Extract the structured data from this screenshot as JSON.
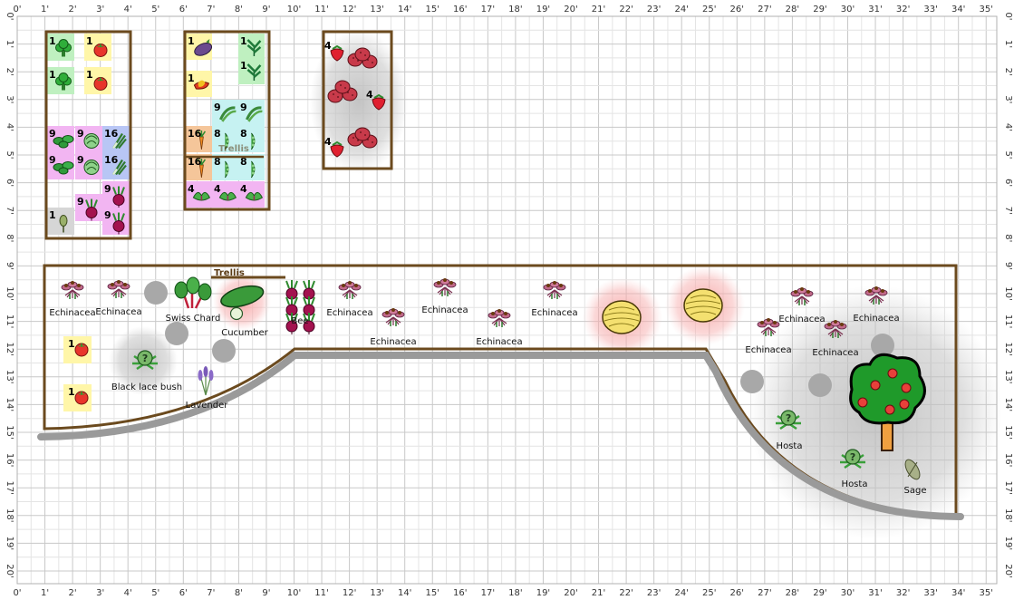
{
  "app": {
    "title": "Garden Planner"
  },
  "ruler": {
    "unit": "'",
    "x_marks": [
      "0'",
      "1'",
      "2'",
      "3'",
      "4'",
      "5'",
      "6'",
      "7'",
      "8'",
      "9'",
      "10'",
      "11'",
      "12'",
      "13'",
      "14'",
      "15'",
      "16'",
      "17'",
      "18'",
      "19'",
      "20'",
      "21'",
      "22'",
      "23'",
      "24'",
      "25'",
      "26'",
      "27'",
      "28'",
      "29'",
      "30'",
      "31'",
      "32'",
      "33'",
      "34'",
      "35'"
    ],
    "y_marks": [
      "0'",
      "1'",
      "2'",
      "3'",
      "4'",
      "5'",
      "6'",
      "7'",
      "8'",
      "9'",
      "10'",
      "11'",
      "12'",
      "13'",
      "14'",
      "15'",
      "16'",
      "17'",
      "18'",
      "19'",
      "20'"
    ]
  },
  "colors": {
    "bed_border": "#6b4a1e",
    "path": "#9a9a9a",
    "grid_minor": "#e4e4e4",
    "grid_major": "#c8c8c8"
  },
  "beds": {
    "bed1": {
      "cells": [
        {
          "count": "1",
          "plant": "broccoli",
          "bg": "#bff0c0"
        },
        {
          "count": "1",
          "plant": "tomato",
          "bg": "#fff6a8"
        },
        {
          "count": "1",
          "plant": "broccoli",
          "bg": "#bff0c0"
        },
        {
          "count": "1",
          "plant": "tomato",
          "bg": "#fff6a8"
        },
        {
          "count": "9",
          "plant": "spinach",
          "bg": "#f2b5f2"
        },
        {
          "count": "9",
          "plant": "cabbage",
          "bg": "#f2b5f2"
        },
        {
          "count": "16",
          "plant": "leek",
          "bg": "#b8c6f5"
        },
        {
          "count": "9",
          "plant": "spinach",
          "bg": "#f2b5f2"
        },
        {
          "count": "9",
          "plant": "cabbage",
          "bg": "#f2b5f2"
        },
        {
          "count": "16",
          "plant": "leek",
          "bg": "#b8c6f5"
        },
        {
          "count": "9",
          "plant": "beet",
          "bg": "#f2b5f2"
        },
        {
          "count": "1",
          "plant": "artichoke",
          "bg": "#d6d6d6"
        },
        {
          "count": "9",
          "plant": "beet",
          "bg": "#f2b5f2"
        },
        {
          "count": "9",
          "plant": "beet",
          "bg": "#f2b5f2"
        }
      ]
    },
    "bed2": {
      "trellis_label": "Trellis",
      "cells": [
        {
          "count": "1",
          "plant": "eggplant",
          "bg": "#fff6a8"
        },
        {
          "count": "1",
          "plant": "kale",
          "bg": "#bff0c0"
        },
        {
          "count": "1",
          "plant": "kale",
          "bg": "#bff0c0"
        },
        {
          "count": "1",
          "plant": "pepper",
          "bg": "#fff6a8"
        },
        {
          "count": "9",
          "plant": "bean",
          "bg": "#c6f2f2"
        },
        {
          "count": "9",
          "plant": "bean",
          "bg": "#c6f2f2"
        },
        {
          "count": "16",
          "plant": "carrot",
          "bg": "#f5c69a"
        },
        {
          "count": "8",
          "plant": "pea",
          "bg": "#c6f2f2"
        },
        {
          "count": "8",
          "plant": "pea",
          "bg": "#c6f2f2"
        },
        {
          "count": "16",
          "plant": "carrot",
          "bg": "#f5c69a"
        },
        {
          "count": "8",
          "plant": "pea",
          "bg": "#c6f2f2"
        },
        {
          "count": "8",
          "plant": "pea",
          "bg": "#c6f2f2"
        },
        {
          "count": "4",
          "plant": "lettuce",
          "bg": "#f2b5f2"
        },
        {
          "count": "4",
          "plant": "lettuce",
          "bg": "#f2b5f2"
        },
        {
          "count": "4",
          "plant": "lettuce",
          "bg": "#f2b5f2"
        }
      ]
    },
    "bed3": {
      "cells": [
        {
          "count": "4",
          "plant": "strawberry"
        },
        {
          "count": "4",
          "plant": "strawberry"
        },
        {
          "count": "4",
          "plant": "strawberry"
        }
      ]
    }
  },
  "border_bed": {
    "trellis_label": "Trellis",
    "labels": {
      "echinacea": "Echinacea",
      "swiss_chard": "Swiss Chard",
      "cucumber": "Cucumber",
      "beet_cut": "Bee",
      "black_lace": "Black lace bush",
      "lavender": "Lavender",
      "hosta": "Hosta",
      "sage": "Sage"
    },
    "tomato_counts": [
      "1",
      "1"
    ]
  }
}
